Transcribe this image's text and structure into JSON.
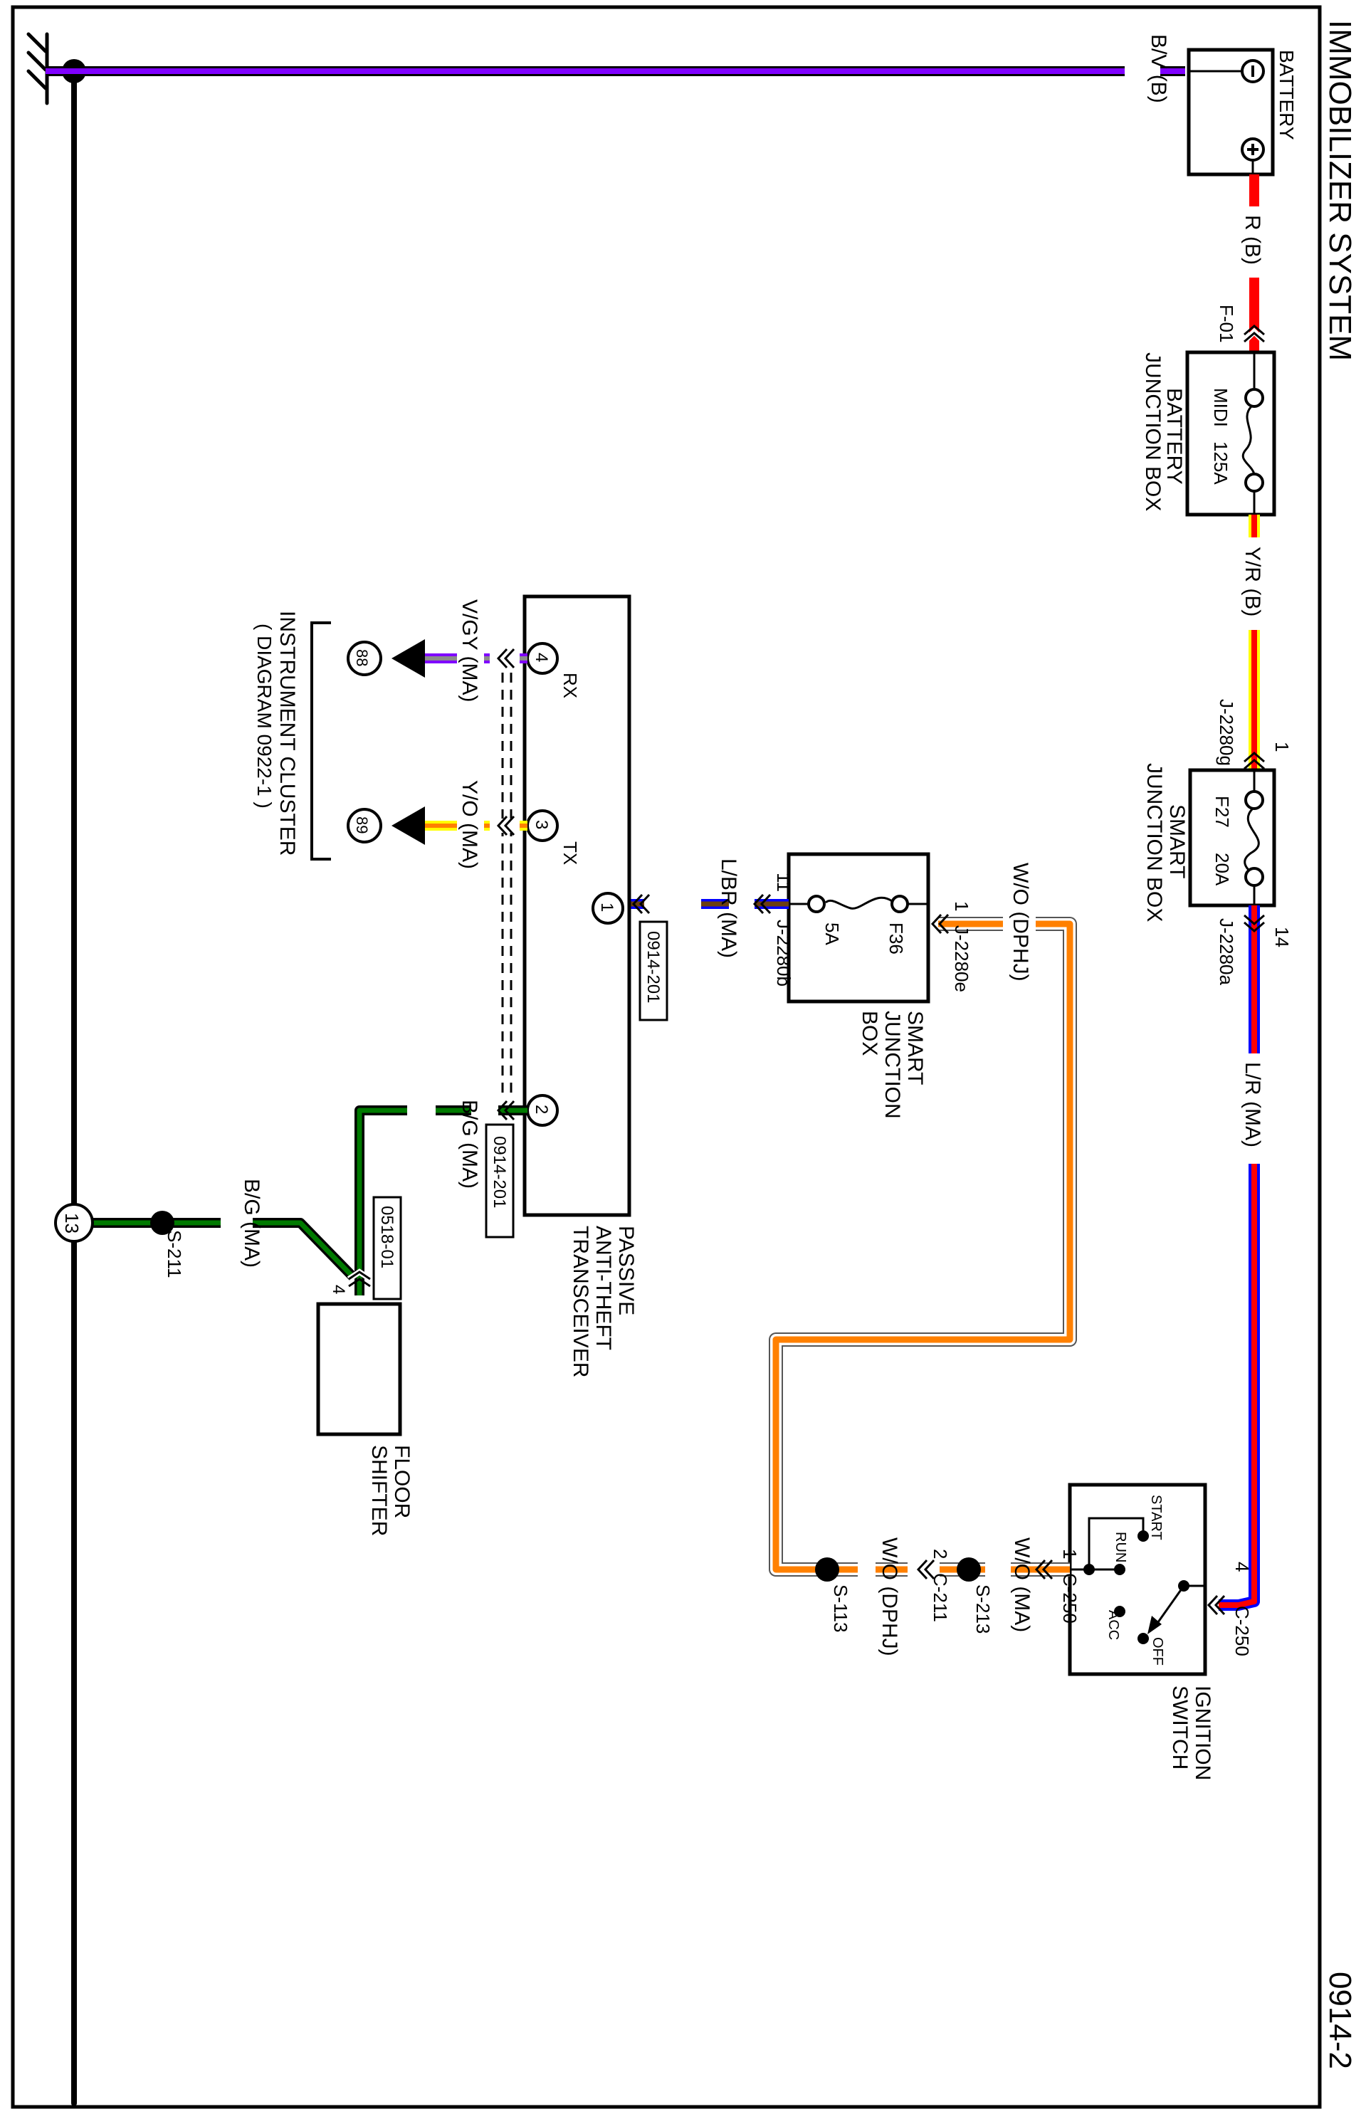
{
  "title": "IMMOBILIZER SYSTEM",
  "page_number": "0914-2",
  "wire_colors": {
    "R": "#ff0000",
    "Y": "#ffff00",
    "L": "#0000ff",
    "V": "#7f00ff",
    "GY": "#8c8c8c",
    "O": "#ff8000",
    "BR": "#6b3e10",
    "G": "#007a00",
    "W": "#ffffff",
    "B": "#000000"
  },
  "components": {
    "battery": {
      "label": "BATTERY",
      "neg": "⊖",
      "pos": "⊕"
    },
    "battery_jb": {
      "label_line1": "BATTERY",
      "label_line2": "JUNCTION BOX",
      "fuse_name": "MIDI",
      "fuse_rating": "125A",
      "connector": "F-01"
    },
    "smart_jb_top": {
      "label_line1": "SMART",
      "label_line2": "JUNCTION BOX",
      "fuse_name": "F27",
      "fuse_rating": "20A",
      "in_pin": "1",
      "in_connector": "J-2280g",
      "out_pin": "14",
      "out_connector": "J-2280a"
    },
    "smart_jb_mid": {
      "label_line1": "SMART",
      "label_line2": "JUNCTION",
      "label_line3": "BOX",
      "fuse_name": "F36",
      "fuse_rating": "5A",
      "in_pin": "1",
      "in_connector": "J-2280e",
      "out_pin": "11",
      "out_connector": "J-2280b"
    },
    "transceiver": {
      "label_line1": "PASSIVE",
      "label_line2": "ANTI-THEFT",
      "label_line3": "TRANSCEIVER",
      "pin1": "1",
      "pin2": "2",
      "pin3": "3",
      "pin4": "4",
      "rx": "RX",
      "tx": "TX",
      "ref1": "0914-201",
      "ref2": "0914-201"
    },
    "instrument_cluster": {
      "label_line1": "INSTRUMENT CLUSTER",
      "label_line2": "( DIAGRAM 0922-1 )",
      "pin_a": "88",
      "pin_b": "89"
    },
    "floor_shifter": {
      "label_line1": "FLOOR",
      "label_line2": "SHIFTER",
      "pin": "4",
      "ref": "0518-01"
    },
    "ignition_switch": {
      "label_line1": "IGNITION",
      "label_line2": "SWITCH",
      "pos_start": "START",
      "pos_run": "RUN",
      "pos_acc": "ACC",
      "pos_off": "OFF",
      "in_pin": "4",
      "in_connector": "C-250",
      "out_pin": "1",
      "out_connector": "C-250"
    },
    "ground": {
      "circle": "13",
      "splice": "S-211"
    }
  },
  "wires": {
    "bv_b": "B/V (B)",
    "r_b": "R (B)",
    "yr_b": "Y/R (B)",
    "lr_ma": "L/R (MA)",
    "wo_ma": "W/O (MA)",
    "wo_dphj_a": "W/O (DPHJ)",
    "wo_dphj_b": "W/O (DPHJ)",
    "lbr_ma": "L/BR (MA)",
    "vgy_ma": "V/GY (MA)",
    "yo_ma": "Y/O (MA)",
    "bg_ma_a": "B/G (MA)",
    "bg_ma_b": "B/G (MA)"
  },
  "splices": {
    "s213": "S-213",
    "s113": "S-113",
    "c211_pin": "2",
    "c211": "C-211"
  }
}
